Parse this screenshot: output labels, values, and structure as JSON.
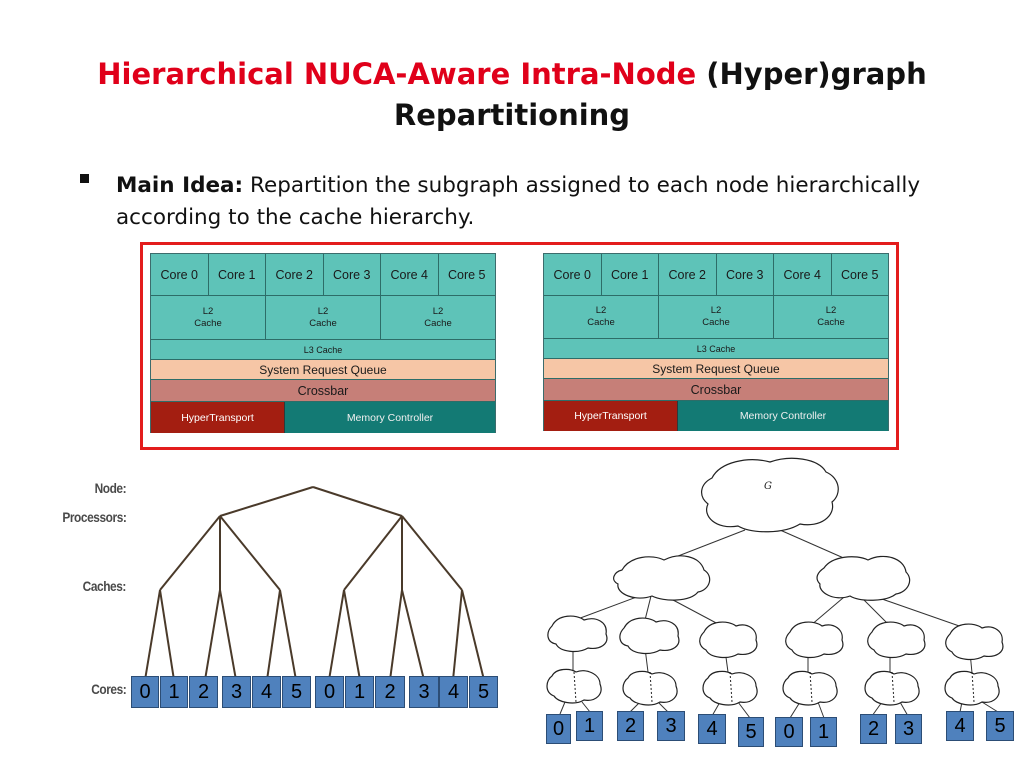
{
  "title": {
    "red_part": "Hierarchical NUCA-Aware Intra-Node",
    "black_part": " (Hyper)graph",
    "line2": "Repartitioning"
  },
  "bullet": {
    "label": "Main Idea:",
    "text": " Repartition the subgraph assigned to each node hierarchically according to the cache hierarchy."
  },
  "processor": {
    "cores": [
      "Core 0",
      "Core 1",
      "Core 2",
      "Core 3",
      "Core 4",
      "Core 5"
    ],
    "l2": [
      "L2\nCache",
      "L2\nCache",
      "L2\nCache"
    ],
    "l3": "L3 Cache",
    "srq": "System Request Queue",
    "crossbar": "Crossbar",
    "hypertransport": "HyperTransport",
    "memory_controller": "Memory Controller"
  },
  "tree": {
    "labels": {
      "node": "Node:",
      "processors": "Processors:",
      "caches": "Caches:",
      "cores": "Cores:"
    },
    "core_numbers": [
      "0",
      "1",
      "2",
      "3",
      "4",
      "5",
      "0",
      "1",
      "2",
      "3",
      "4",
      "5"
    ]
  },
  "graph": {
    "root_label": "G",
    "part_numbers": [
      "0",
      "1",
      "2",
      "3",
      "4",
      "5",
      "0",
      "1",
      "2",
      "3",
      "4",
      "5"
    ]
  },
  "colors": {
    "title_red": "#e0001a",
    "teal": "#5ec3b8",
    "peach": "#f6c6a6",
    "crossbar": "#c67f78",
    "hypertransport": "#a31e11",
    "memory_controller": "#137a74",
    "number_box": "#4f81bd",
    "highlight_border": "#e31c1c"
  }
}
